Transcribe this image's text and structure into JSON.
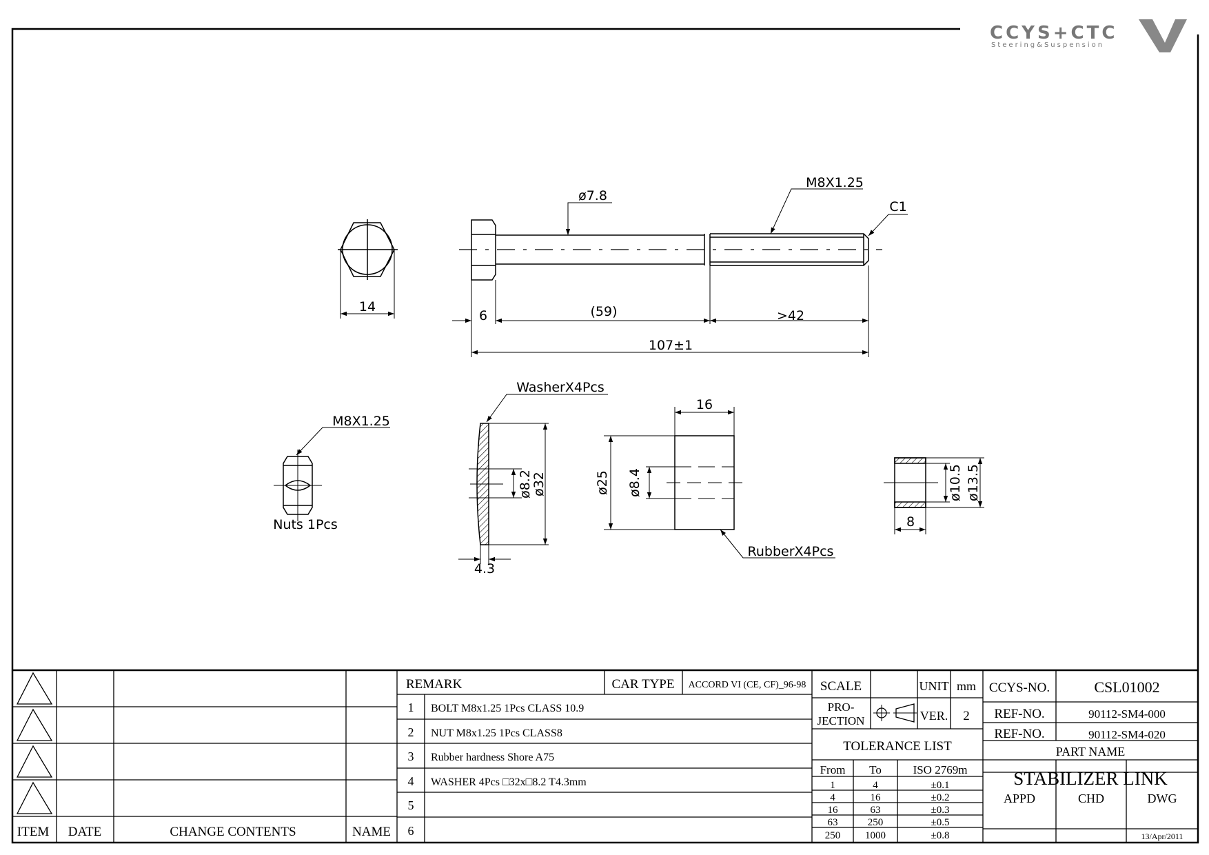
{
  "logo": {
    "brand": "CCYS+CTC",
    "tagline": "Steering&Suspension"
  },
  "dims": {
    "head_width": "14",
    "shank_dia": "ø7.8",
    "thread": "M8X1.25",
    "chamfer": "C1",
    "head_height": "6",
    "shank_len": "(59)",
    "thread_len": ">42",
    "total_len": "107±1",
    "washer_label": "WasherX4Pcs",
    "nut_thread": "M8X1.25",
    "nut_label": "Nuts  1Pcs",
    "washer_inner": "ø8.2",
    "washer_outer": "ø32",
    "washer_t": "4.3",
    "rubber_w": "16",
    "rubber_od": "ø25",
    "rubber_id": "ø8.4",
    "rubber_label": "RubberX4Pcs",
    "sleeve_id": "ø10.5",
    "sleeve_od": "ø13.5",
    "sleeve_len": "8"
  },
  "revision": {
    "headers": {
      "item": "ITEM",
      "date": "DATE",
      "change": "CHANGE CONTENTS",
      "name": "NAME"
    }
  },
  "remarks": {
    "title": "REMARK",
    "car_type_label": "CAR TYPE",
    "car_type": "ACCORD VI (CE, CF)_96-98",
    "rows": [
      {
        "no": "1",
        "text": "BOLT  M8x1.25 1Pcs CLASS 10.9"
      },
      {
        "no": "2",
        "text": "NUT M8x1.25 1Pcs CLASS8"
      },
      {
        "no": "3",
        "text": "Rubber hardness Shore A75"
      },
      {
        "no": "4",
        "text": "WASHER 4Pcs □32x□8.2 T4.3mm"
      },
      {
        "no": "5",
        "text": ""
      },
      {
        "no": "6",
        "text": ""
      }
    ]
  },
  "spec": {
    "scale_label": "SCALE",
    "unit_label": "UNIT",
    "unit": "mm",
    "projection_l1": "PRO-",
    "projection_l2": "JECTION",
    "ver_label": "VER.",
    "ver": "2",
    "tolerance_title": "TOLERANCE LIST",
    "tol_headers": {
      "from": "From",
      "to": "To",
      "iso": "ISO 2769m"
    },
    "tolerance": [
      {
        "from": "1",
        "to": "4",
        "tol": "±0.1"
      },
      {
        "from": "4",
        "to": "16",
        "tol": "±0.2"
      },
      {
        "from": "16",
        "to": "63",
        "tol": "±0.3"
      },
      {
        "from": "63",
        "to": "250",
        "tol": "±0.5"
      },
      {
        "from": "250",
        "to": "1000",
        "tol": "±0.8"
      }
    ]
  },
  "ident": {
    "ccys_no_label": "CCYS-NO.",
    "ccys_no": "CSL01002",
    "ref_label": "REF-NO.",
    "ref1": "90112-SM4-000",
    "ref2": "90112-SM4-020",
    "part_name_label": "PART NAME",
    "part_name": "STABILIZER LINK",
    "appd": "APPD",
    "chd": "CHD",
    "dwg": "DWG",
    "date": "13/Apr/2011"
  }
}
